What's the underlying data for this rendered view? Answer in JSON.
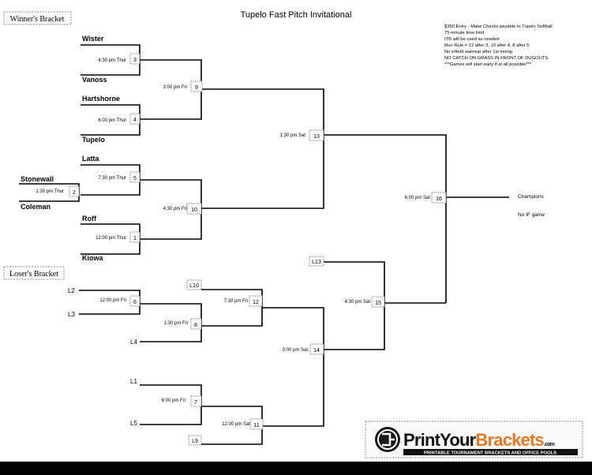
{
  "title": "Tupelo Fast Pitch Invitational",
  "notes": [
    "$350 Entry - Make Checks payable to Tupelo Softball",
    "75-minute time limit",
    "ITB will be used as needed",
    "Run Rule = 12 after 3, 10 after 4, 8 after 5",
    "No infield warmup after 1st inning",
    "NO CATCH ON GRASS IN FRONT OF DUGOUTS",
    "***Games will start early if at all possible***"
  ],
  "sections": {
    "winners": "Winner's Bracket",
    "losers": "Loser's Bracket"
  },
  "teams": {
    "wister": "Wister",
    "vanoss": "Vanoss",
    "hartshorne": "Hartshorne",
    "tupelo": "Tupelo",
    "latta": "Latta",
    "roff": "Roff",
    "kiowa": "Kiowa",
    "stonewall": "Stonewall",
    "coleman": "Coleman"
  },
  "games": {
    "g1": {
      "time": "12:00 pm Thur",
      "num": "1"
    },
    "g2": {
      "time": "1:30 pm Thur",
      "num": "2"
    },
    "g3": {
      "time": "4:30 pm Thur",
      "num": "3"
    },
    "g4": {
      "time": "6:00 pm Thur",
      "num": "4"
    },
    "g5": {
      "time": "7:30 pm Thur",
      "num": "5"
    },
    "g6": {
      "time": "12:00 pm Fri",
      "num": "6"
    },
    "g7": {
      "time": "6:00 pm Fri",
      "num": "7"
    },
    "g8": {
      "time": "1:30 pm Fri",
      "num": "8"
    },
    "g9": {
      "time": "3:00 pm Fri",
      "num": "9"
    },
    "g10": {
      "time": "4:30 pm Fri",
      "num": "10"
    },
    "g11": {
      "time": "12:00 pm Sat",
      "num": "11"
    },
    "g12": {
      "time": "7:30 pm Fri",
      "num": "12"
    },
    "g13": {
      "time": "1:30 pm Sat",
      "num": "13"
    },
    "g14": {
      "time": "3:00 pm Sat",
      "num": "14"
    },
    "g15": {
      "time": "4:30 pm Sat",
      "num": "15"
    },
    "g16": {
      "time": "6:00 pm Sat",
      "num": "16"
    }
  },
  "losers": {
    "L2": "L2",
    "L3": "L3",
    "L4": "L4",
    "L1": "L1",
    "L5": "L5",
    "L10": "L10",
    "L9": "L9",
    "L13": "L13"
  },
  "champions": "Champions",
  "if_game": "No IF game",
  "logo": {
    "brand_print": "Print",
    "brand_your": "Your",
    "brand_brackets": "Brackets",
    "brand_tld": ".com",
    "tagline": "PRINTABLE TOURNAMENT BRACKETS AND OFFICE POOLS"
  }
}
